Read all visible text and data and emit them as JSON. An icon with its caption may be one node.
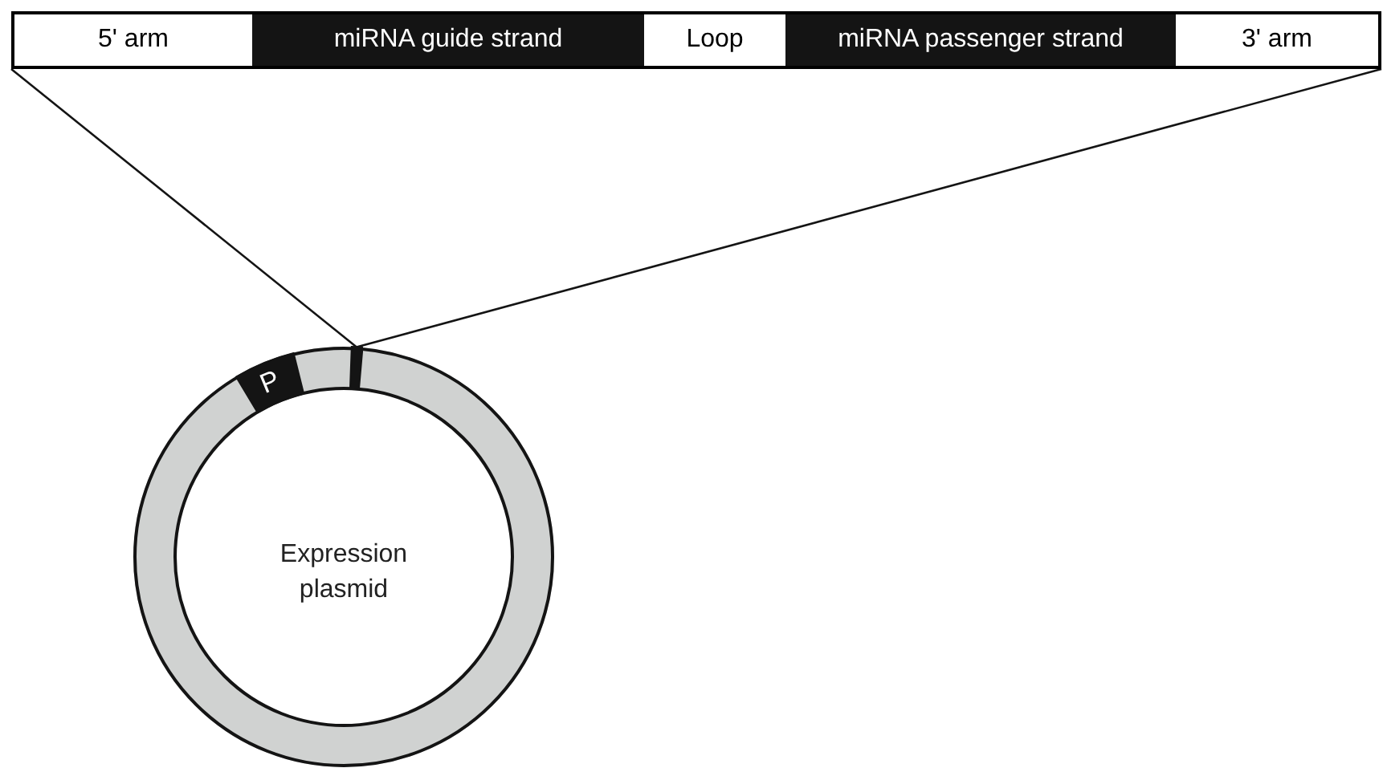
{
  "diagram": {
    "nodes": [
      {
        "text": [
          "5ʹ arm"
        ]
      },
      {
        "text": [
          "miRNA guide strand"
        ]
      },
      {
        "text": [
          "Loop"
        ]
      },
      {
        "text": [
          "miRNA passenger strand"
        ]
      },
      {
        "text": [
          "3ʹ arm"
        ]
      },
      {
        "text": [
          "Expression plasmid"
        ]
      },
      {
        "text": [
          "P"
        ],
        "in": 5
      },
      {
        "text": [],
        "shape": "bar",
        "in": 5
      }
    ],
    "edges": [
      {
        "from": 0,
        "to": 7,
        "arrow": "none"
      },
      {
        "from": 4,
        "to": 7,
        "arrow": "none"
      }
    ]
  }
}
